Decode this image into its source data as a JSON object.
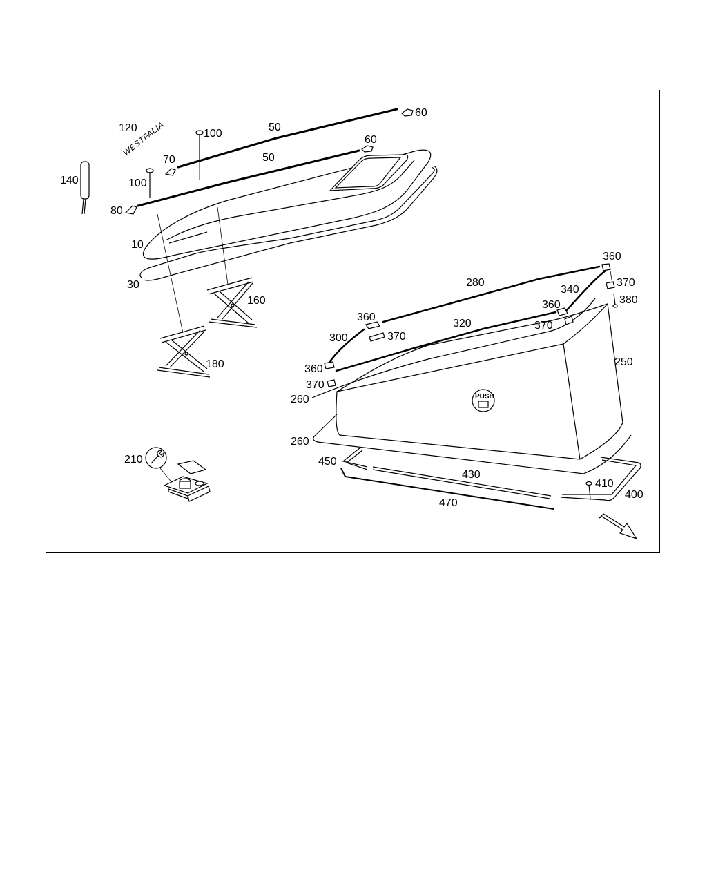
{
  "diagram": {
    "brand_text": "WESTFALIA",
    "push_text": "PUSH",
    "labels": {
      "p10": "10",
      "p30": "30",
      "p50a": "50",
      "p50b": "50",
      "p60a": "60",
      "p60b": "60",
      "p70": "70",
      "p80": "80",
      "p100a": "100",
      "p100b": "100",
      "p120": "120",
      "p140": "140",
      "p160": "160",
      "p180": "180",
      "p210": "210",
      "p250": "250",
      "p260a": "260",
      "p260b": "260",
      "p280": "280",
      "p300": "300",
      "p320": "320",
      "p340": "340",
      "p360a": "360",
      "p360b": "360",
      "p360c": "360",
      "p360d": "360",
      "p370a": "370",
      "p370b": "370",
      "p370c": "370",
      "p370d": "370",
      "p380": "380",
      "p400": "400",
      "p410": "410",
      "p430": "430",
      "p450": "450",
      "p470": "470"
    }
  }
}
